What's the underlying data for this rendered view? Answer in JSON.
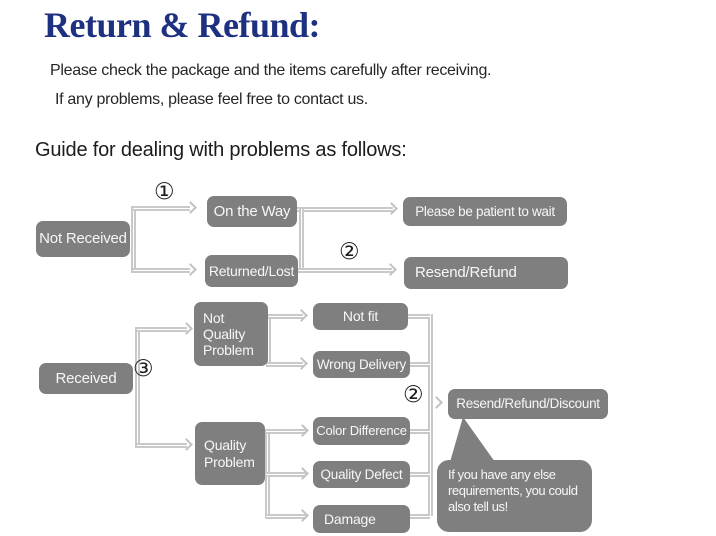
{
  "page": {
    "title": "Return & Refund:",
    "intro_lines": [
      "Please check the package and the items carefully after receiving.",
      "If any problems, please feel free to contact us."
    ],
    "section_heading": "Guide for dealing with problems as follows:"
  },
  "flowchart": {
    "colors": {
      "node_bg": "#7f7f7f",
      "node_text": "#f7f7f7",
      "connector_line": "#c9c9c9",
      "title_color": "#1e3181",
      "body_text": "#262626"
    },
    "markers": {
      "m1": "①",
      "m2_top": "②",
      "m3": "③",
      "m2_bottom": "②"
    },
    "nodes": {
      "not_received": "Not Received",
      "on_the_way": "On the Way",
      "returned_lost": "Returned/Lost",
      "please_wait": "Please be patient to wait",
      "resend_refund": "Resend/Refund",
      "received": "Received",
      "not_quality_problem": "Not Quality Problem",
      "quality_problem": "Quality Problem",
      "not_fit": "Not fit",
      "wrong_delivery": "Wrong Delivery",
      "color_difference": "Color Difference",
      "quality_defect": "Quality Defect",
      "damage": "Damage",
      "resend_refund_discount": "Resend/Refund/Discount"
    },
    "edges": [
      {
        "from": "Not Received",
        "to": "On the Way",
        "marker": "①"
      },
      {
        "from": "Not Received",
        "to": "Returned/Lost"
      },
      {
        "from": "On the Way",
        "to": "Please be patient to wait"
      },
      {
        "from": "Returned/Lost",
        "to": "Resend/Refund",
        "marker": "②"
      },
      {
        "from": "Received",
        "to": "Not Quality Problem",
        "marker": "③"
      },
      {
        "from": "Received",
        "to": "Quality Problem",
        "marker": "③"
      },
      {
        "from": "Not Quality Problem",
        "to": "Not fit"
      },
      {
        "from": "Not Quality Problem",
        "to": "Wrong Delivery"
      },
      {
        "from": "Quality Problem",
        "to": "Color Difference"
      },
      {
        "from": "Quality Problem",
        "to": "Quality Defect"
      },
      {
        "from": "Quality Problem",
        "to": "Damage"
      },
      {
        "from": "Not fit / Wrong Delivery / Color Difference / Quality Defect / Damage",
        "to": "Resend/Refund/Discount",
        "marker": "②"
      }
    ],
    "bubble": {
      "lines": [
        "If you have any else",
        "requirements, you could",
        "also tell us!"
      ]
    }
  }
}
